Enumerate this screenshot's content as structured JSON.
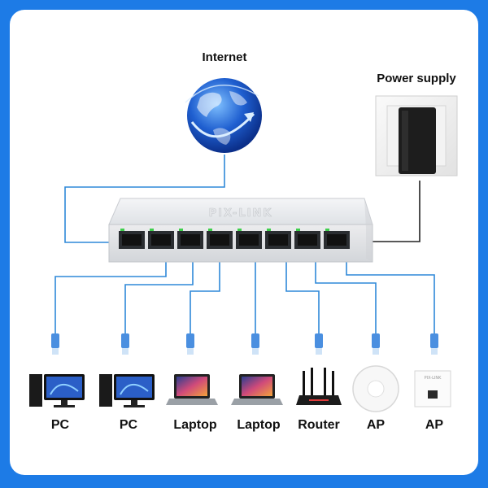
{
  "labels": {
    "internet": "Internet",
    "power_supply": "Power supply",
    "brand": "PIX-LINK"
  },
  "devices": [
    {
      "label": "PC",
      "icon": "desktop-pc-icon"
    },
    {
      "label": "PC",
      "icon": "desktop-pc-icon"
    },
    {
      "label": "Laptop",
      "icon": "laptop-icon"
    },
    {
      "label": "Laptop",
      "icon": "laptop-icon"
    },
    {
      "label": "Router",
      "icon": "router-icon"
    },
    {
      "label": "AP",
      "icon": "ceiling-ap-icon"
    },
    {
      "label": "AP",
      "icon": "wall-ap-icon"
    }
  ],
  "colors": {
    "frame": "#1d7be6",
    "cable": "#2f88d8",
    "port_led": "#3ecf4c",
    "globe": "#1f5fd0"
  }
}
